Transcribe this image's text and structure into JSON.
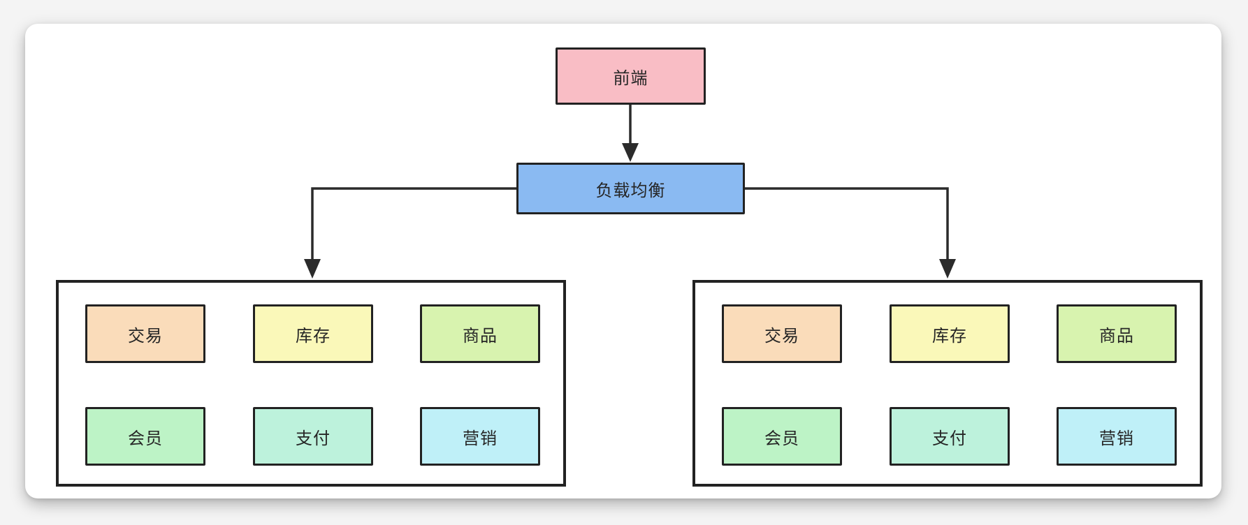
{
  "page": {
    "background": "#f4f4f4",
    "card_background": "#ffffff",
    "line_color": "#2b2b2b",
    "border_color": "#222222",
    "text_color": "#262626"
  },
  "diagram": {
    "nodes": {
      "frontend": {
        "label": "前端",
        "fill": "#F9BDC5"
      },
      "load_balancer": {
        "label": "负载均衡",
        "fill": "#8ABAF2"
      }
    },
    "clusters": [
      {
        "services": [
          {
            "label": "交易",
            "fill": "#FADCBA"
          },
          {
            "label": "库存",
            "fill": "#FAF8B9"
          },
          {
            "label": "商品",
            "fill": "#D8F3AF"
          },
          {
            "label": "会员",
            "fill": "#BDF3C6"
          },
          {
            "label": "支付",
            "fill": "#BDF2DC"
          },
          {
            "label": "营销",
            "fill": "#BFF0F8"
          }
        ]
      },
      {
        "services": [
          {
            "label": "交易",
            "fill": "#FADCBA"
          },
          {
            "label": "库存",
            "fill": "#FAF8B9"
          },
          {
            "label": "商品",
            "fill": "#D8F3AF"
          },
          {
            "label": "会员",
            "fill": "#BDF3C6"
          },
          {
            "label": "支付",
            "fill": "#BDF2DC"
          },
          {
            "label": "营销",
            "fill": "#BFF0F8"
          }
        ]
      }
    ],
    "edges": [
      {
        "from": "frontend",
        "to": "load_balancer"
      },
      {
        "from": "load_balancer",
        "to": "cluster_left"
      },
      {
        "from": "load_balancer",
        "to": "cluster_right"
      }
    ]
  }
}
